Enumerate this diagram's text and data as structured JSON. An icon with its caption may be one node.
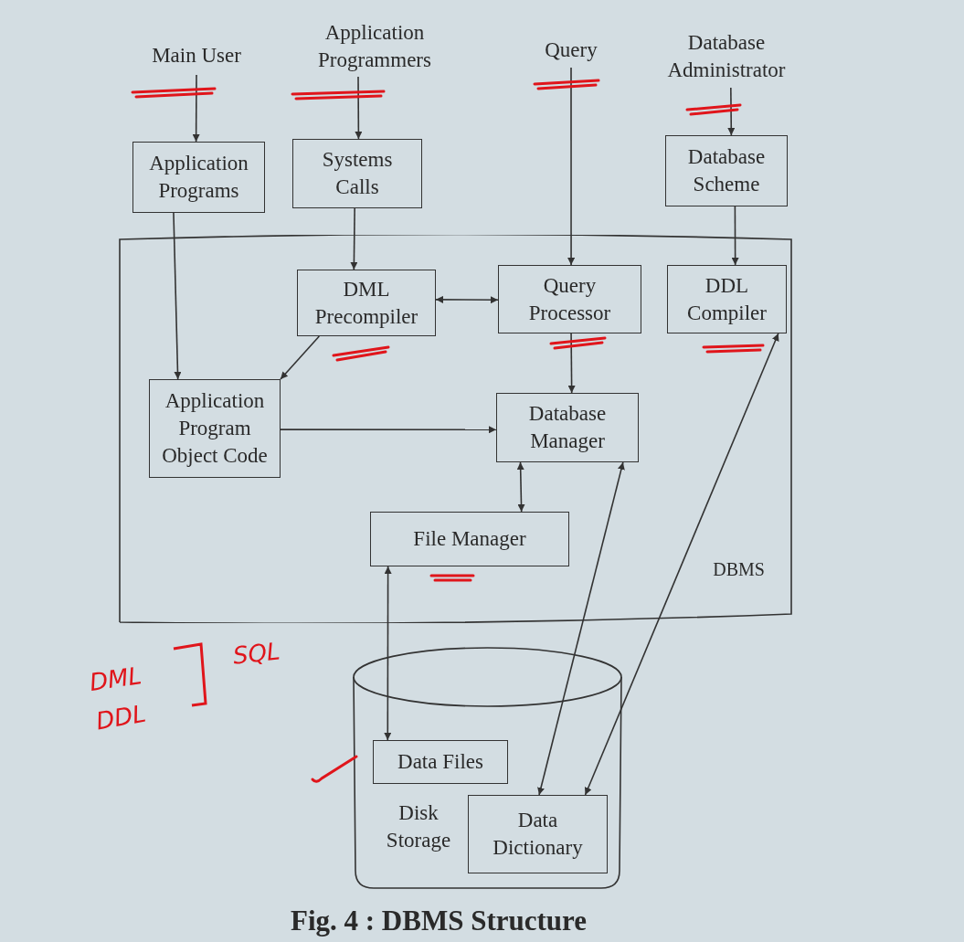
{
  "diagram": {
    "caption": "Fig. 4 : DBMS Structure",
    "nodes": [
      {
        "text": [
          "Main User"
        ]
      },
      {
        "text": [
          "Application Programmers"
        ]
      },
      {
        "text": [
          "Query"
        ]
      },
      {
        "text": [
          "Database Administrator"
        ]
      },
      {
        "text": [
          "Application Programs"
        ]
      },
      {
        "text": [
          "Systems Calls"
        ]
      },
      {
        "text": [
          "Database Scheme"
        ]
      },
      {
        "text": [
          "DBMS"
        ]
      },
      {
        "text": [
          "DML Precompiler"
        ],
        "in": 7
      },
      {
        "text": [
          "Query Processor"
        ],
        "in": 7
      },
      {
        "text": [
          "DDL Compiler"
        ],
        "in": 7
      },
      {
        "text": [
          "Application Program Object Code"
        ],
        "in": 7
      },
      {
        "text": [
          "Database Manager"
        ],
        "in": 7
      },
      {
        "text": [
          "File Manager"
        ],
        "in": 7
      },
      {
        "text": [
          "Disk Storage"
        ]
      },
      {
        "text": [
          "Data Files"
        ],
        "in": 14
      },
      {
        "text": [
          "Data Dictionary"
        ],
        "in": 14
      }
    ],
    "edges": [
      {
        "from": 0,
        "to": 4,
        "arrow": "to"
      },
      {
        "from": 1,
        "to": 5,
        "arrow": "to"
      },
      {
        "from": 2,
        "to": 9,
        "arrow": "to"
      },
      {
        "from": 3,
        "to": 6,
        "arrow": "to"
      },
      {
        "from": 4,
        "to": 11,
        "arrow": "to"
      },
      {
        "from": 5,
        "to": 8,
        "arrow": "to"
      },
      {
        "from": 6,
        "to": 10,
        "arrow": "to"
      },
      {
        "from": 8,
        "to": 9,
        "arrow": "both"
      },
      {
        "from": 8,
        "to": 11,
        "arrow": "to"
      },
      {
        "from": 9,
        "to": 12,
        "arrow": "to"
      },
      {
        "from": 11,
        "to": 12,
        "arrow": "to"
      },
      {
        "from": 12,
        "to": 13,
        "arrow": "both"
      },
      {
        "from": 13,
        "to": 15,
        "arrow": "both"
      },
      {
        "from": 12,
        "to": 16,
        "arrow": "both"
      },
      {
        "from": 10,
        "to": 16,
        "arrow": "both"
      }
    ],
    "labels": [
      "DML",
      "DDL",
      "SQL"
    ]
  }
}
